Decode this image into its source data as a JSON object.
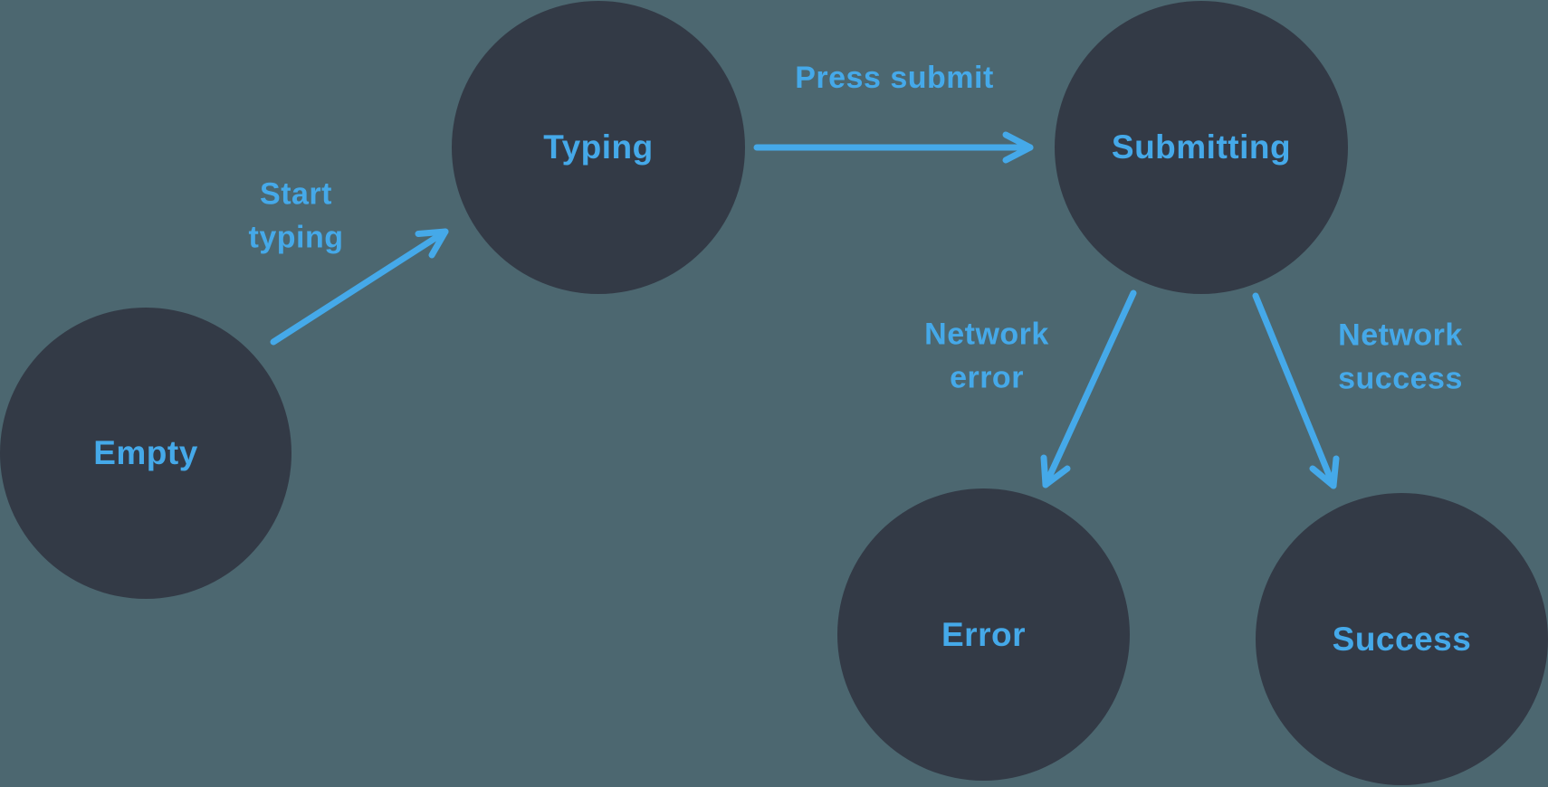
{
  "diagram": {
    "type": "state-machine",
    "colors": {
      "background": "#4C6770",
      "node_fill": "#333A46",
      "accent": "#45A9E9"
    },
    "nodes": [
      {
        "id": "empty",
        "label": "Empty"
      },
      {
        "id": "typing",
        "label": "Typing"
      },
      {
        "id": "submitting",
        "label": "Submitting"
      },
      {
        "id": "error",
        "label": "Error"
      },
      {
        "id": "success",
        "label": "Success"
      }
    ],
    "edges": [
      {
        "from": "empty",
        "to": "typing",
        "label": "Start typing"
      },
      {
        "from": "typing",
        "to": "submitting",
        "label": "Press submit"
      },
      {
        "from": "submitting",
        "to": "error",
        "label": "Network error"
      },
      {
        "from": "submitting",
        "to": "success",
        "label": "Network success"
      }
    ]
  }
}
